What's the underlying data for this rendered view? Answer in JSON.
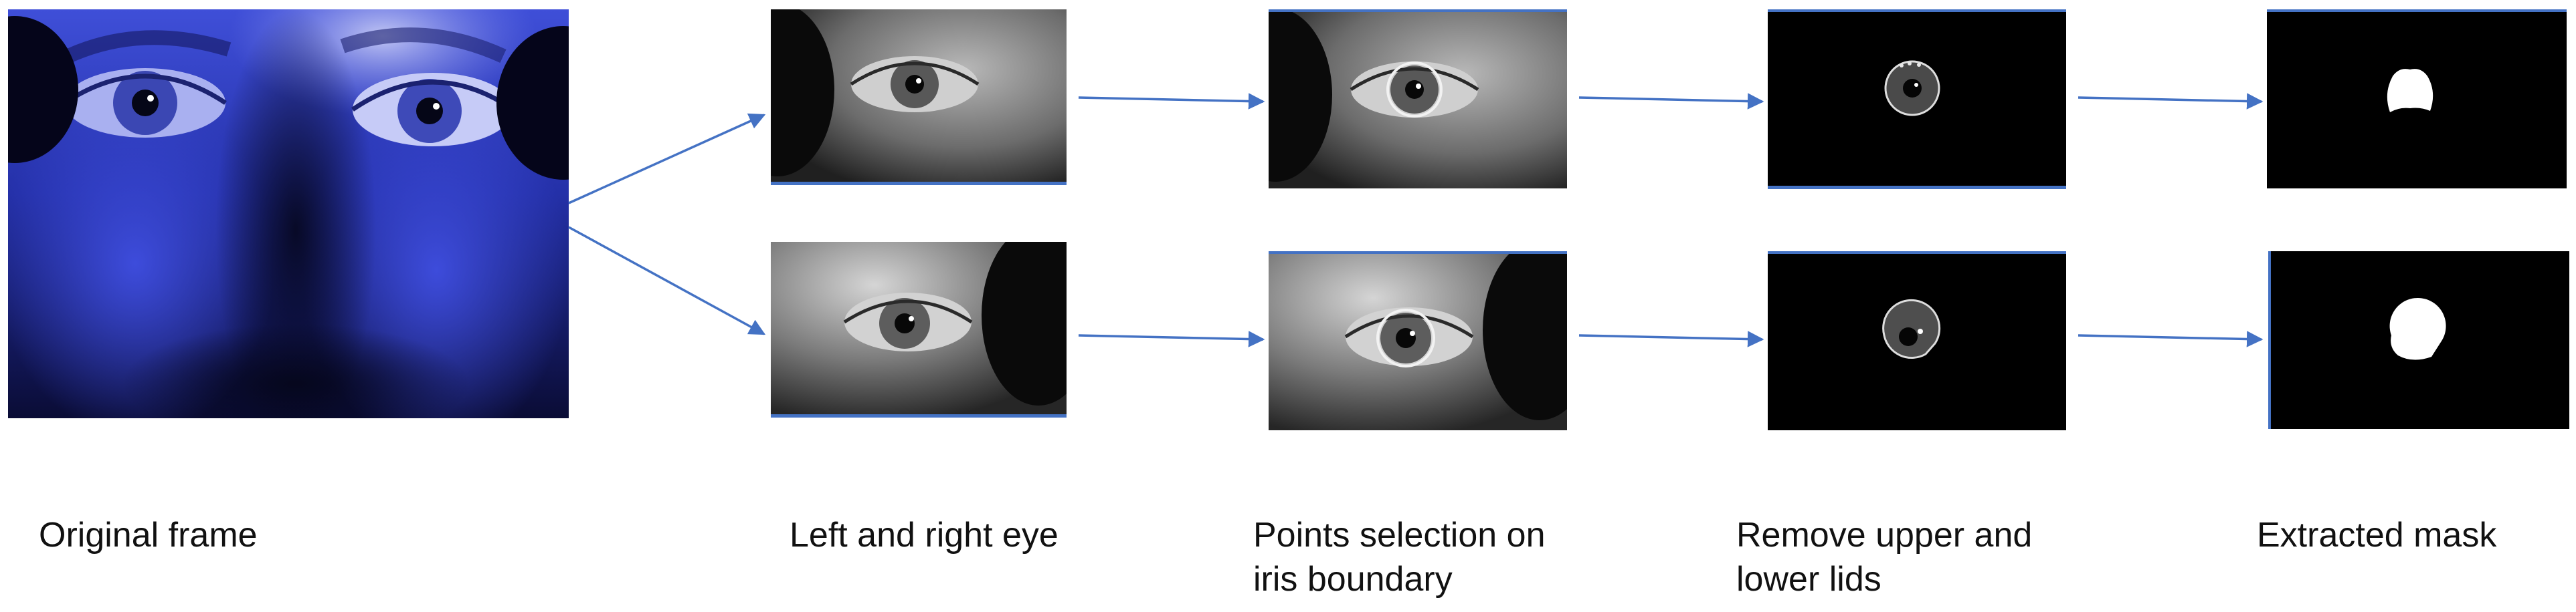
{
  "stages": [
    {
      "label": "Original frame"
    },
    {
      "label": "Left and right eye"
    },
    {
      "label": "Points selection on\niris boundary"
    },
    {
      "label": "Remove upper and\nlower lids"
    },
    {
      "label": "Extracted mask"
    }
  ],
  "colors": {
    "arrow": "#4472c4",
    "panel_border": "#4472c4",
    "face_tint": "#2d3ad6"
  }
}
